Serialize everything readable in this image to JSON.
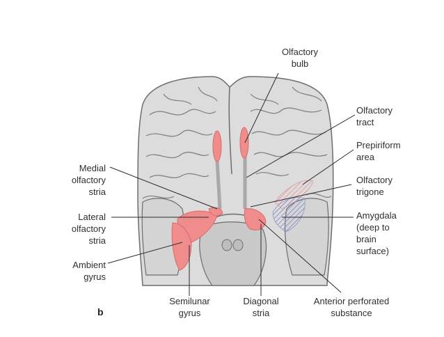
{
  "figure": {
    "panel_letter": "b",
    "labels": {
      "olfactory_bulb": "Olfactory\nbulb",
      "olfactory_tract": "Olfactory\ntract",
      "prepiriform_area": "Prepiriform\narea",
      "olfactory_trigone": "Olfactory\ntrigone",
      "amygdala": "Amygdala\n(deep to\nbrain\nsurface)",
      "medial_olfactory_stria": "Medial\nolfactory\nstria",
      "lateral_olfactory_stria": "Lateral\nolfactory\nstria",
      "ambient_gyrus": "Ambient\ngyrus",
      "semilunar_gyrus": "Semilunar\ngyrus",
      "diagonal_stria": "Diagonal\nstria",
      "anterior_perforated_substance": "Anterior perforated\nsubstance"
    },
    "colors": {
      "brain_fill": "#dcdcdc",
      "brain_stroke": "#6d6d6d",
      "olfactory_highlight": "#f08c8c",
      "amygdala_hatch": "#8e95c9",
      "leader_line": "#2a2a2a"
    }
  }
}
